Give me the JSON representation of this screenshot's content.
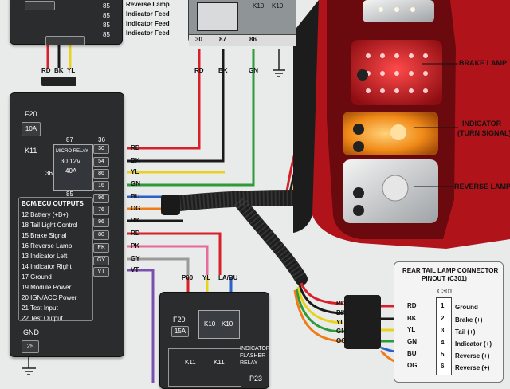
{
  "top_left_box": {
    "pins": [
      "85",
      "85",
      "85",
      "85"
    ],
    "feeds": [
      "Reverse Lamp",
      "Indicator Feed",
      "Indicator Feed",
      "Indicator Feed"
    ],
    "wires": [
      "RD",
      "BK",
      "YL"
    ]
  },
  "top_relay": {
    "pins": [
      "30",
      "87",
      "86"
    ],
    "labels": [
      "K10",
      "K10"
    ],
    "wires": [
      "RD",
      "BK",
      "GN"
    ]
  },
  "bcm": {
    "fuse_id": "F20",
    "fuse_value": "10A",
    "relay_id": "K11",
    "micro_relay": {
      "pin_top_left": "87",
      "pin_top_right": "36",
      "pin_left": "36",
      "pin_bottom": "85",
      "lines": [
        "MICRO RELAY",
        "30 12V",
        "40A"
      ]
    },
    "outputs_title": "BCM/ECU OUTPUTS",
    "outputs": [
      "12  Battery (+B+)",
      "18  Tail Light Control",
      "15  Brake Signal",
      "16  Reverse Lamp",
      "13  Indicator Left",
      "14  Indicator Right",
      "17  Ground",
      "19  Module Power",
      "20  IGN/ACC Power",
      "21  Test Input",
      "22  Test Output"
    ],
    "gnd_label": "GND",
    "gnd_pin": "25",
    "connector_pins": [
      "30",
      "54",
      "86",
      "16",
      "96",
      "76",
      "96",
      "80",
      "PK",
      "GY",
      "VT"
    ],
    "connector_wires": [
      "RD",
      "BK",
      "YL",
      "GN",
      "BU",
      "OG",
      "BK",
      "RD",
      "PK",
      "GY",
      "VT"
    ]
  },
  "flasher": {
    "top_pins": [
      "P00",
      "YL",
      "LA/BU"
    ],
    "fuse_id": "F20",
    "fuse_value": "15A",
    "relay_labels": [
      "K10",
      "K10"
    ],
    "k11": [
      "K11",
      "K11"
    ],
    "title_lines": [
      "INDICATOR",
      "FLASHER",
      "RELAY"
    ],
    "bottom_label": "P23"
  },
  "lamp_labels": [
    "BRAKE LAMP",
    "INDICATOR",
    "(TURN SIGNAL)",
    "REVERSE LAMP"
  ],
  "pinout": {
    "title_lines": [
      "REAR TAIL LAMP CONNECTOR",
      "PINOUT (C301)"
    ],
    "connector_id": "C301",
    "left_wires": [
      "RD",
      "BK",
      "YL",
      "GN",
      "OG"
    ],
    "rows": [
      {
        "wire": "RD",
        "pin": "1",
        "name": "Ground"
      },
      {
        "wire": "BK",
        "pin": "2",
        "name": "Brake (+)"
      },
      {
        "wire": "YL",
        "pin": "3",
        "name": "Tail (+)"
      },
      {
        "wire": "GN",
        "pin": "4",
        "name": "Indicator (+)"
      },
      {
        "wire": "BU",
        "pin": "5",
        "name": "Reverse (+)"
      },
      {
        "wire": "OG",
        "pin": "6",
        "name": "Reverse (+)"
      }
    ]
  },
  "colors": {
    "RD": "#d8202a",
    "BK": "#1a1a1a",
    "YL": "#e8d21e",
    "GN": "#2f9a3a",
    "BU": "#2c62c8",
    "OG": "#ee7d18",
    "PK": "#e86a9a",
    "GY": "#9a9a9a",
    "VT": "#7a4fb0"
  }
}
